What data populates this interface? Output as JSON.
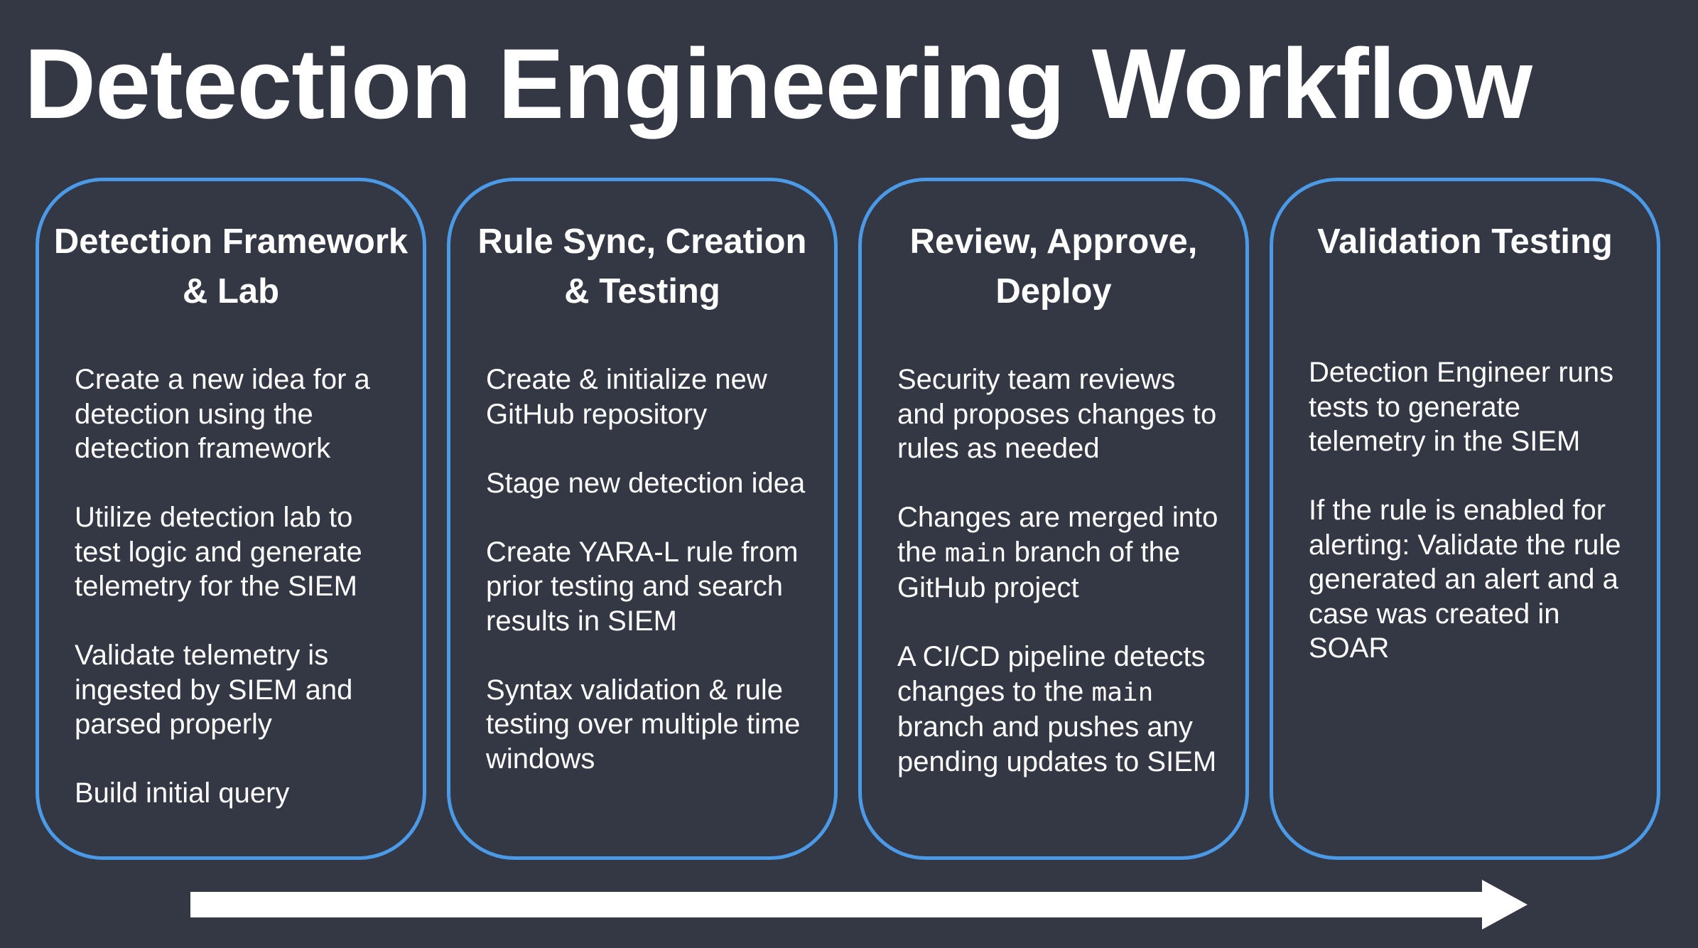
{
  "title": "Detection Engineering Workflow",
  "colors": {
    "background": "#343744",
    "card_border": "#4a9ae8",
    "text": "#ffffff",
    "arrow": "#ffffff"
  },
  "stages": [
    {
      "heading": "Detection Framework & Lab",
      "items": [
        "Create a new idea for a detection using the detection framework",
        "Utilize detection lab to test logic and generate telemetry for the SIEM",
        "Validate telemetry is ingested by SIEM and parsed properly",
        "Build initial query"
      ]
    },
    {
      "heading": "Rule Sync, Creation & Testing",
      "items": [
        "Create & initialize new GitHub repository",
        "Stage new detection idea",
        "Create YARA-L rule from prior testing and search results in SIEM",
        "Syntax validation & rule testing over multiple time windows"
      ]
    },
    {
      "heading": "Review, Approve, Deploy",
      "items": [
        "Security team reviews and proposes changes to rules as needed",
        "Changes are merged into the",
        "branch of the GitHub project",
        "A CI/CD pipeline detects changes to the",
        "branch and pushes any pending updates to SIEM"
      ],
      "code_term": "main"
    },
    {
      "heading": "Validation Testing",
      "items": [
        "Detection Engineer runs tests to generate telemetry in the SIEM",
        "If the rule is enabled for alerting: Validate the rule generated an alert and a case was created in SOAR"
      ]
    }
  ],
  "arrow_direction": "right"
}
